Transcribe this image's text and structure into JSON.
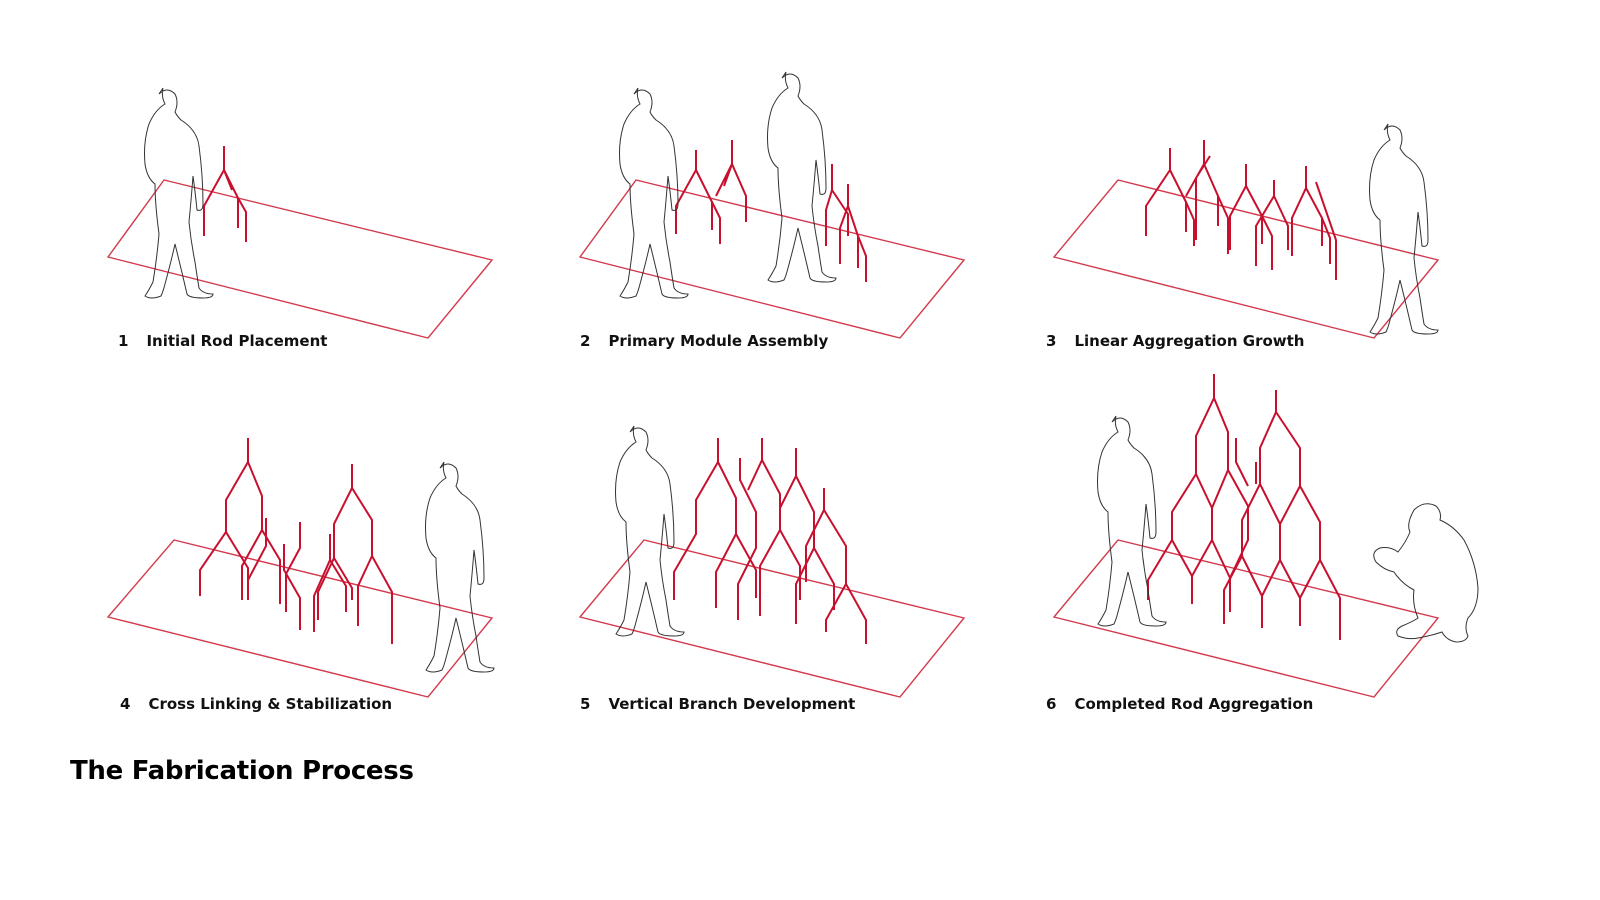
{
  "title": "The Fabrication Process",
  "colors": {
    "rod": "#c8102e",
    "plate": "#d33a4e",
    "figure": "#333333"
  },
  "steps": [
    {
      "number": "1",
      "label": "Initial Rod Placement"
    },
    {
      "number": "2",
      "label": "Primary Module Assembly"
    },
    {
      "number": "3",
      "label": "Linear Aggregation Growth"
    },
    {
      "number": "4",
      "label": "Cross Linking & Stabilization"
    },
    {
      "number": "5",
      "label": "Vertical Branch Development"
    },
    {
      "number": "6",
      "label": "Completed Rod Aggregation"
    }
  ]
}
